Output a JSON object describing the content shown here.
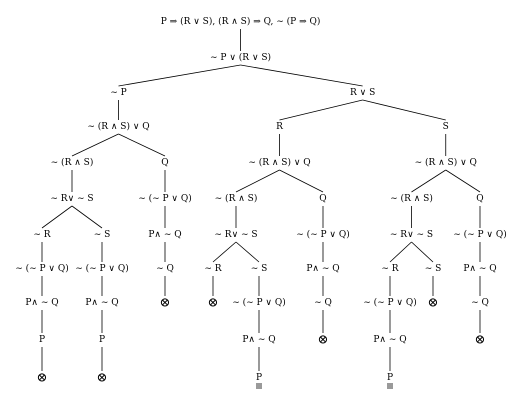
{
  "tree": {
    "label": "P ⇒ (R ∨ S), (R ∧ S) ⇒ Q, ∼ (P ⇒ Q)",
    "children": [
      {
        "label": "∼ P ∨ (R ∨ S)",
        "children": [
          {
            "label": "∼ P",
            "children": [
              {
                "label": "∼ (R ∧ S) ∨ Q",
                "children": [
                  {
                    "label": "∼ (R ∧ S)",
                    "children": [
                      {
                        "label": "∼ R∨ ∼ S",
                        "children": [
                          {
                            "label": "∼ R",
                            "children": [
                              {
                                "label": "∼ (∼ P ∨ Q)",
                                "children": [
                                  {
                                    "label": "P∧ ∼ Q",
                                    "children": [
                                      {
                                        "label": "P",
                                        "children": [
                                          {
                                            "label": "⊗",
                                            "closed": true
                                          }
                                        ]
                                      }
                                    ]
                                  }
                                ]
                              }
                            ]
                          },
                          {
                            "label": "∼ S",
                            "children": [
                              {
                                "label": "∼ (∼ P ∨ Q)",
                                "children": [
                                  {
                                    "label": "P∧ ∼ Q",
                                    "children": [
                                      {
                                        "label": "P",
                                        "children": [
                                          {
                                            "label": "⊗",
                                            "closed": true
                                          }
                                        ]
                                      }
                                    ]
                                  }
                                ]
                              }
                            ]
                          }
                        ]
                      }
                    ]
                  },
                  {
                    "label": "Q",
                    "children": [
                      {
                        "label": "∼ (∼ P ∨ Q)",
                        "children": [
                          {
                            "label": "P∧ ∼ Q",
                            "children": [
                              {
                                "label": "∼ Q",
                                "children": [
                                  {
                                    "label": "⊗",
                                    "closed": true
                                  }
                                ]
                              }
                            ]
                          }
                        ]
                      }
                    ]
                  }
                ]
              }
            ]
          },
          {
            "label": "R ∨ S",
            "children": [
              {
                "label": "R",
                "children": [
                  {
                    "label": "∼ (R ∧ S) ∨ Q",
                    "children": [
                      {
                        "label": "∼ (R ∧ S)",
                        "children": [
                          {
                            "label": "∼ R∨ ∼ S",
                            "children": [
                              {
                                "label": "∼ R",
                                "children": [
                                  {
                                    "label": "⊗",
                                    "closed": true
                                  }
                                ]
                              },
                              {
                                "label": "∼ S",
                                "children": [
                                  {
                                    "label": "∼ (∼ P ∨ Q)",
                                    "children": [
                                      {
                                        "label": "P∧ ∼ Q",
                                        "children": [
                                          {
                                            "label": "P",
                                            "underlined": true
                                          }
                                        ]
                                      }
                                    ]
                                  }
                                ]
                              }
                            ]
                          }
                        ]
                      },
                      {
                        "label": "Q",
                        "children": [
                          {
                            "label": "∼ (∼ P ∨ Q)",
                            "children": [
                              {
                                "label": "P∧ ∼ Q",
                                "children": [
                                  {
                                    "label": "∼ Q",
                                    "children": [
                                      {
                                        "label": "⊗",
                                        "closed": true
                                      }
                                    ]
                                  }
                                ]
                              }
                            ]
                          }
                        ]
                      }
                    ]
                  }
                ]
              },
              {
                "label": "S",
                "children": [
                  {
                    "label": "∼ (R ∧ S) ∨ Q",
                    "children": [
                      {
                        "label": "∼ (R ∧ S)",
                        "children": [
                          {
                            "label": "∼ R∨ ∼ S",
                            "children": [
                              {
                                "label": "∼ R",
                                "children": [
                                  {
                                    "label": "∼ (∼ P ∨ Q)",
                                    "children": [
                                      {
                                        "label": "P∧ ∼ Q",
                                        "children": [
                                          {
                                            "label": "P",
                                            "underlined": true
                                          }
                                        ]
                                      }
                                    ]
                                  }
                                ]
                              },
                              {
                                "label": "∼ S",
                                "children": [
                                  {
                                    "label": "⊗",
                                    "closed": true
                                  }
                                ]
                              }
                            ]
                          }
                        ]
                      },
                      {
                        "label": "Q",
                        "children": [
                          {
                            "label": "∼ (∼ P ∨ Q)",
                            "children": [
                              {
                                "label": "P∧ ∼ Q",
                                "children": [
                                  {
                                    "label": "∼ Q",
                                    "children": [
                                      {
                                        "label": "⊗",
                                        "closed": true
                                      }
                                    ]
                                  }
                                ]
                              }
                            ]
                          }
                        ]
                      }
                    ]
                  }
                ]
              }
            ]
          }
        ]
      }
    ]
  }
}
